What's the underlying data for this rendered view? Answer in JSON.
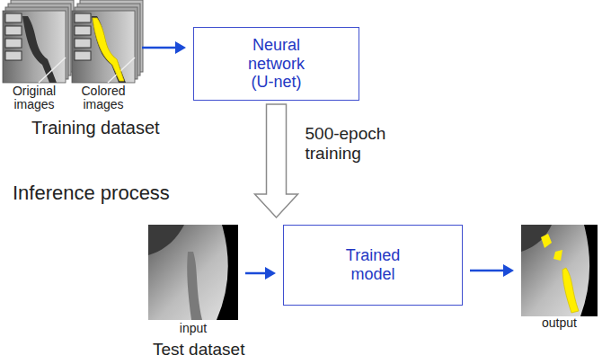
{
  "diagram": {
    "nodes": [
      {
        "text": [
          "Original images"
        ]
      },
      {
        "text": [
          "Colored images"
        ]
      },
      {
        "text": [
          "Neural network (U-net)"
        ]
      },
      {
        "text": [
          "Trained model"
        ]
      },
      {
        "text": [
          "input"
        ]
      },
      {
        "text": [
          "output"
        ]
      }
    ],
    "edges": [
      {
        "from": 1,
        "to": 2,
        "arrow": "to"
      },
      {
        "from": 2,
        "to": 3,
        "label": "500-epoch training",
        "arrow": "to"
      },
      {
        "from": 4,
        "to": 3,
        "arrow": "to"
      },
      {
        "from": 3,
        "to": 5,
        "arrow": "to"
      }
    ],
    "labels": [
      "Training dataset",
      "Inference process",
      "Test dataset"
    ]
  }
}
